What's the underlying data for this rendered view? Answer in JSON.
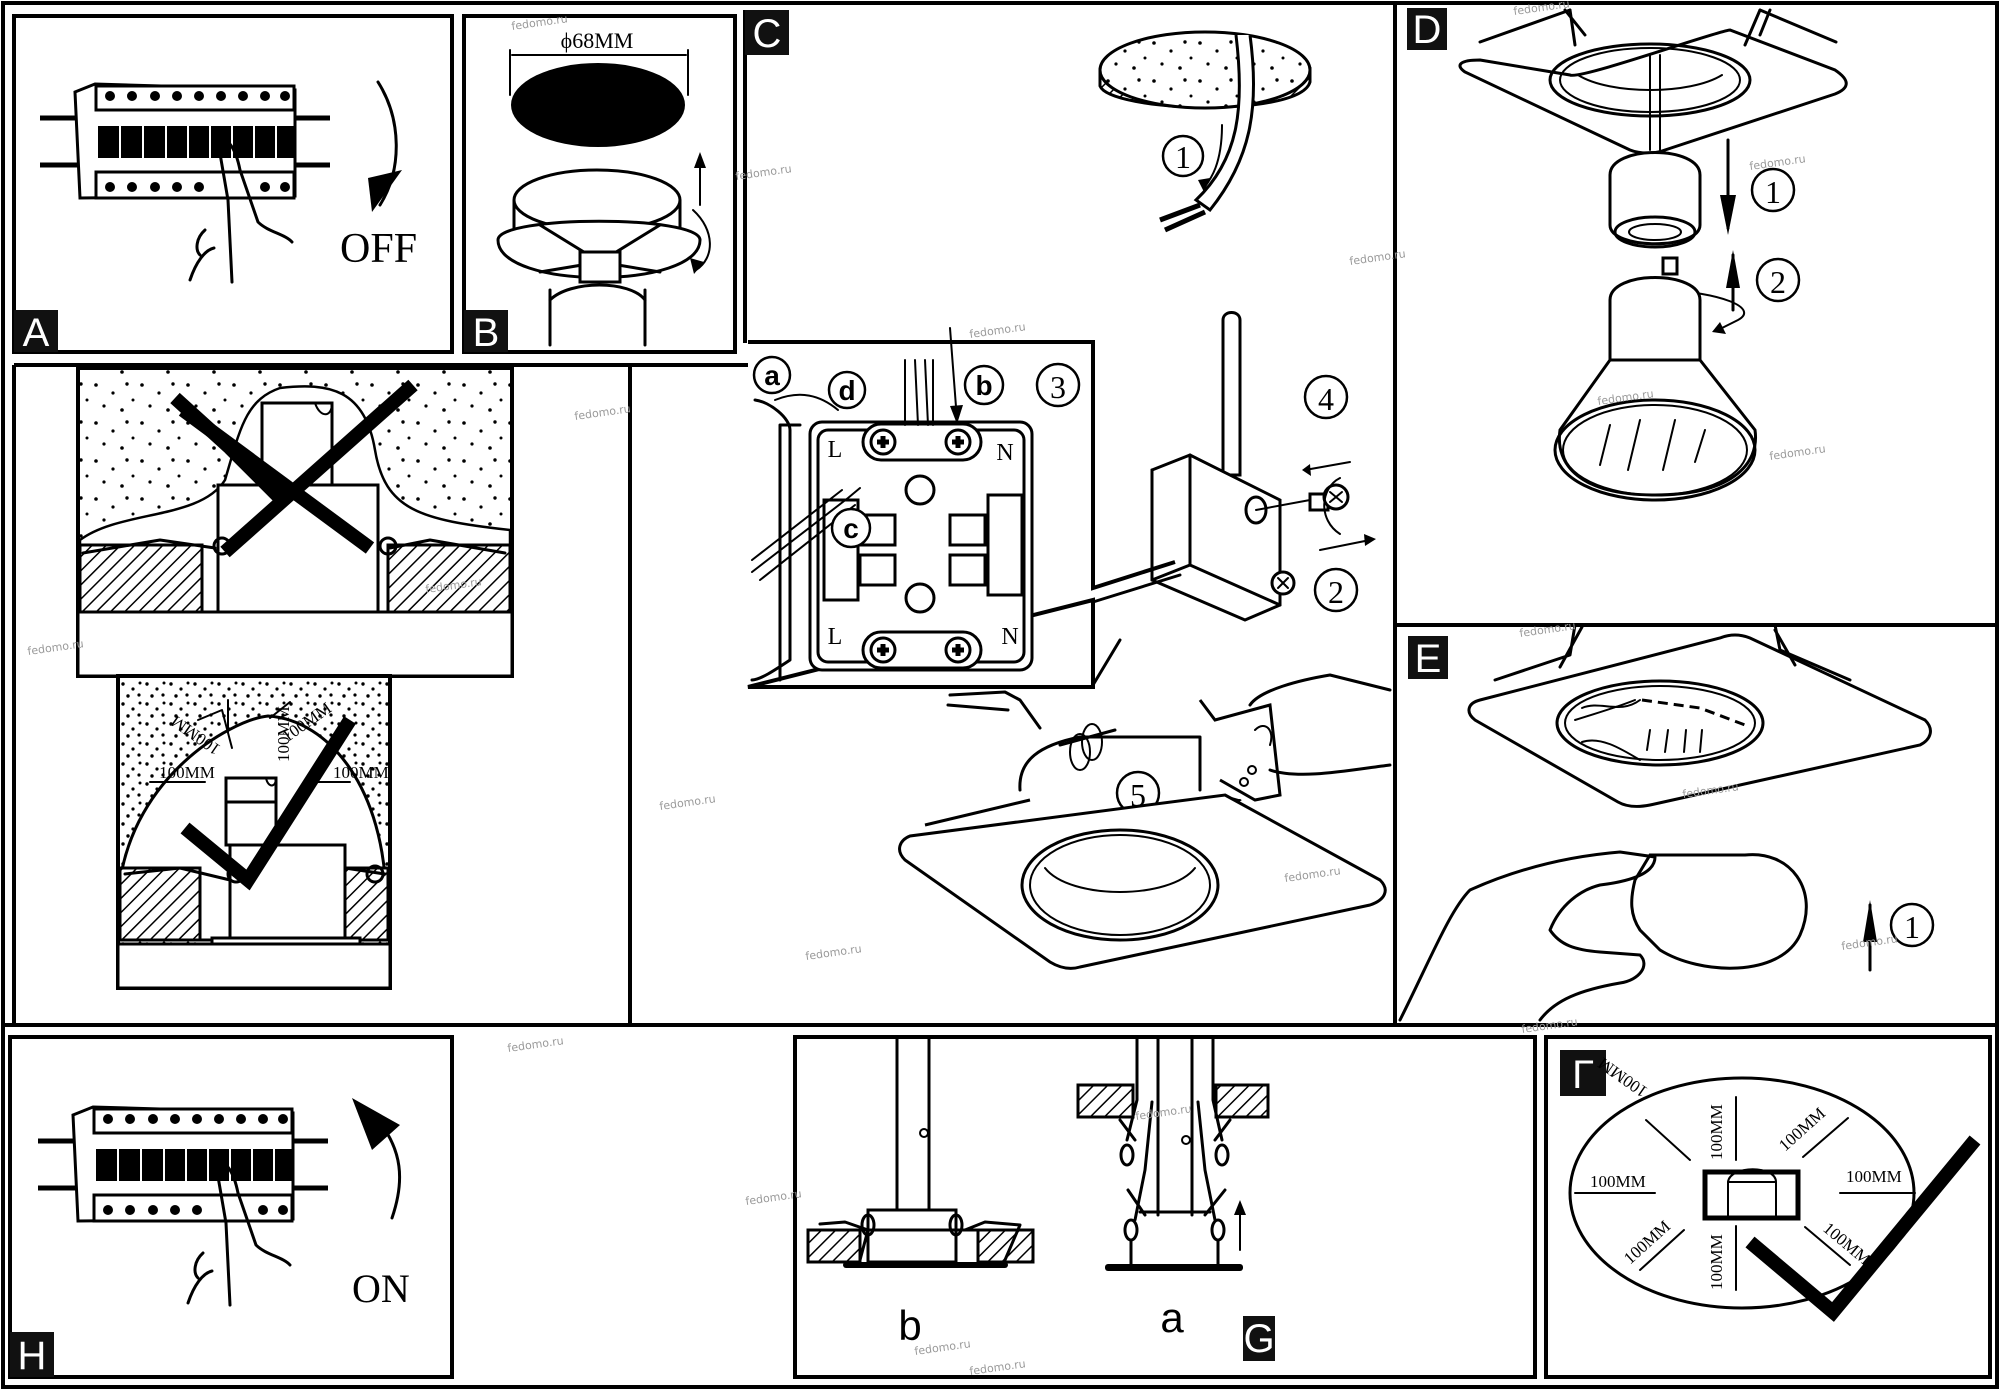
{
  "document": {
    "type": "installation-instructions",
    "subject": "Recessed spotlight (GU10) installation"
  },
  "panels": {
    "A": {
      "label": "A",
      "switch_text": "OFF"
    },
    "B": {
      "label": "B",
      "diameter_text": "ϕ68MM"
    },
    "C": {
      "label": "C",
      "steps": [
        "①",
        "②",
        "③",
        "④",
        "⑤"
      ],
      "callouts": [
        "a",
        "b",
        "c",
        "d"
      ],
      "terminal_labels": {
        "top_left": "L",
        "top_right": "N",
        "bottom_left": "L",
        "bottom_right": "N"
      }
    },
    "clearance": {
      "wrong_mark": "cross",
      "right_mark": "check",
      "distances": [
        "100MM",
        "100MM",
        "100MM",
        "100MM",
        "100MM"
      ]
    },
    "D": {
      "label": "D",
      "steps": [
        "①",
        "②"
      ]
    },
    "E": {
      "label": "E",
      "steps": [
        "①"
      ]
    },
    "G": {
      "label": "G",
      "sub_labels": [
        "b",
        "a"
      ]
    },
    "H": {
      "label": "H",
      "switch_text": "ON"
    },
    "GE": {
      "label": "Г",
      "distances": [
        "100MM",
        "100MM",
        "100MM",
        "100MM",
        "100MM",
        "100MM",
        "100MM",
        "100MM"
      ]
    }
  },
  "watermark": "fedomo.ru"
}
